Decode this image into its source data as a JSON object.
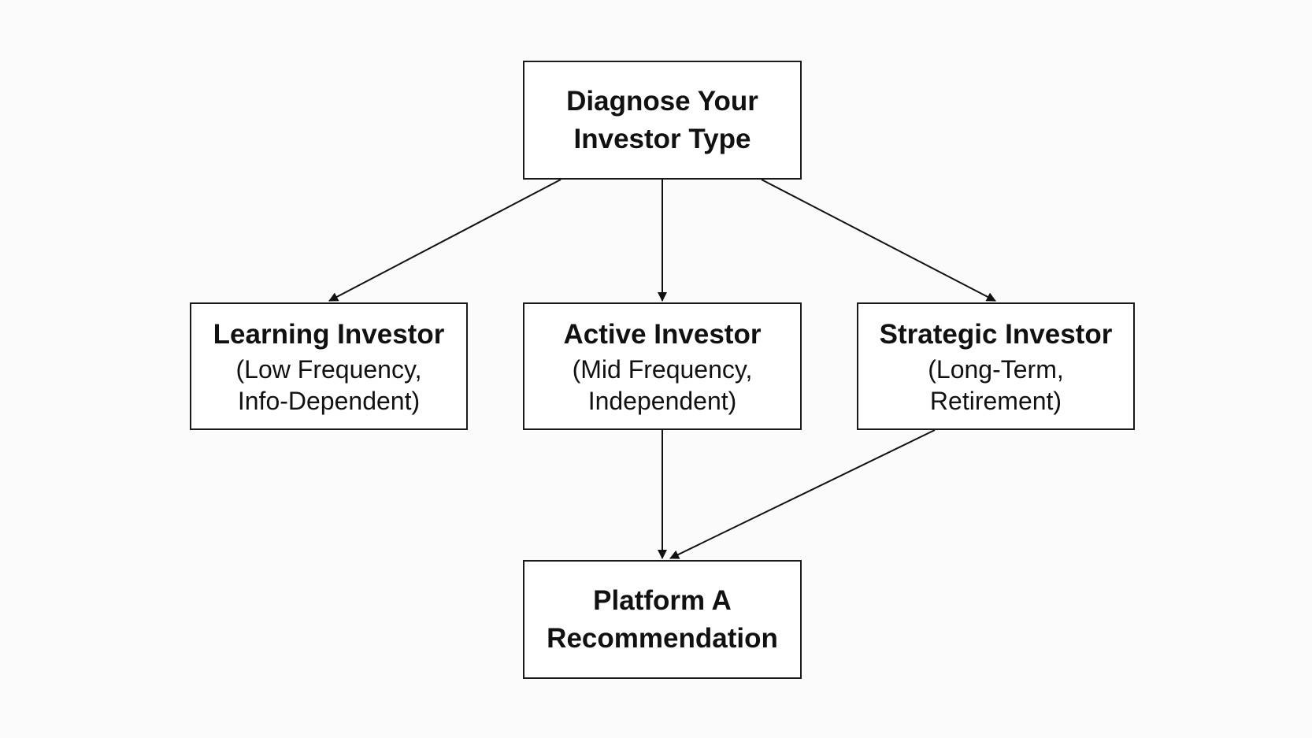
{
  "nodes": {
    "diagnose": {
      "title_line1": "Diagnose Your",
      "title_line2": "Investor Type"
    },
    "learning": {
      "title": "Learning Investor",
      "sub_line1": "(Low Frequency,",
      "sub_line2": "Info-Dependent)"
    },
    "active": {
      "title": "Active Investor",
      "sub_line1": "(Mid Frequency,",
      "sub_line2": "Independent)"
    },
    "strategic": {
      "title": "Strategic Investor",
      "sub_line1": "(Long-Term,",
      "sub_line2": "Retirement)"
    },
    "platform": {
      "title_line1": "Platform A",
      "title_line2": "Recommendation"
    }
  },
  "edges": [
    {
      "from": "diagnose",
      "to": "learning"
    },
    {
      "from": "diagnose",
      "to": "active"
    },
    {
      "from": "diagnose",
      "to": "strategic"
    },
    {
      "from": "active",
      "to": "platform"
    },
    {
      "from": "strategic",
      "to": "platform"
    }
  ]
}
